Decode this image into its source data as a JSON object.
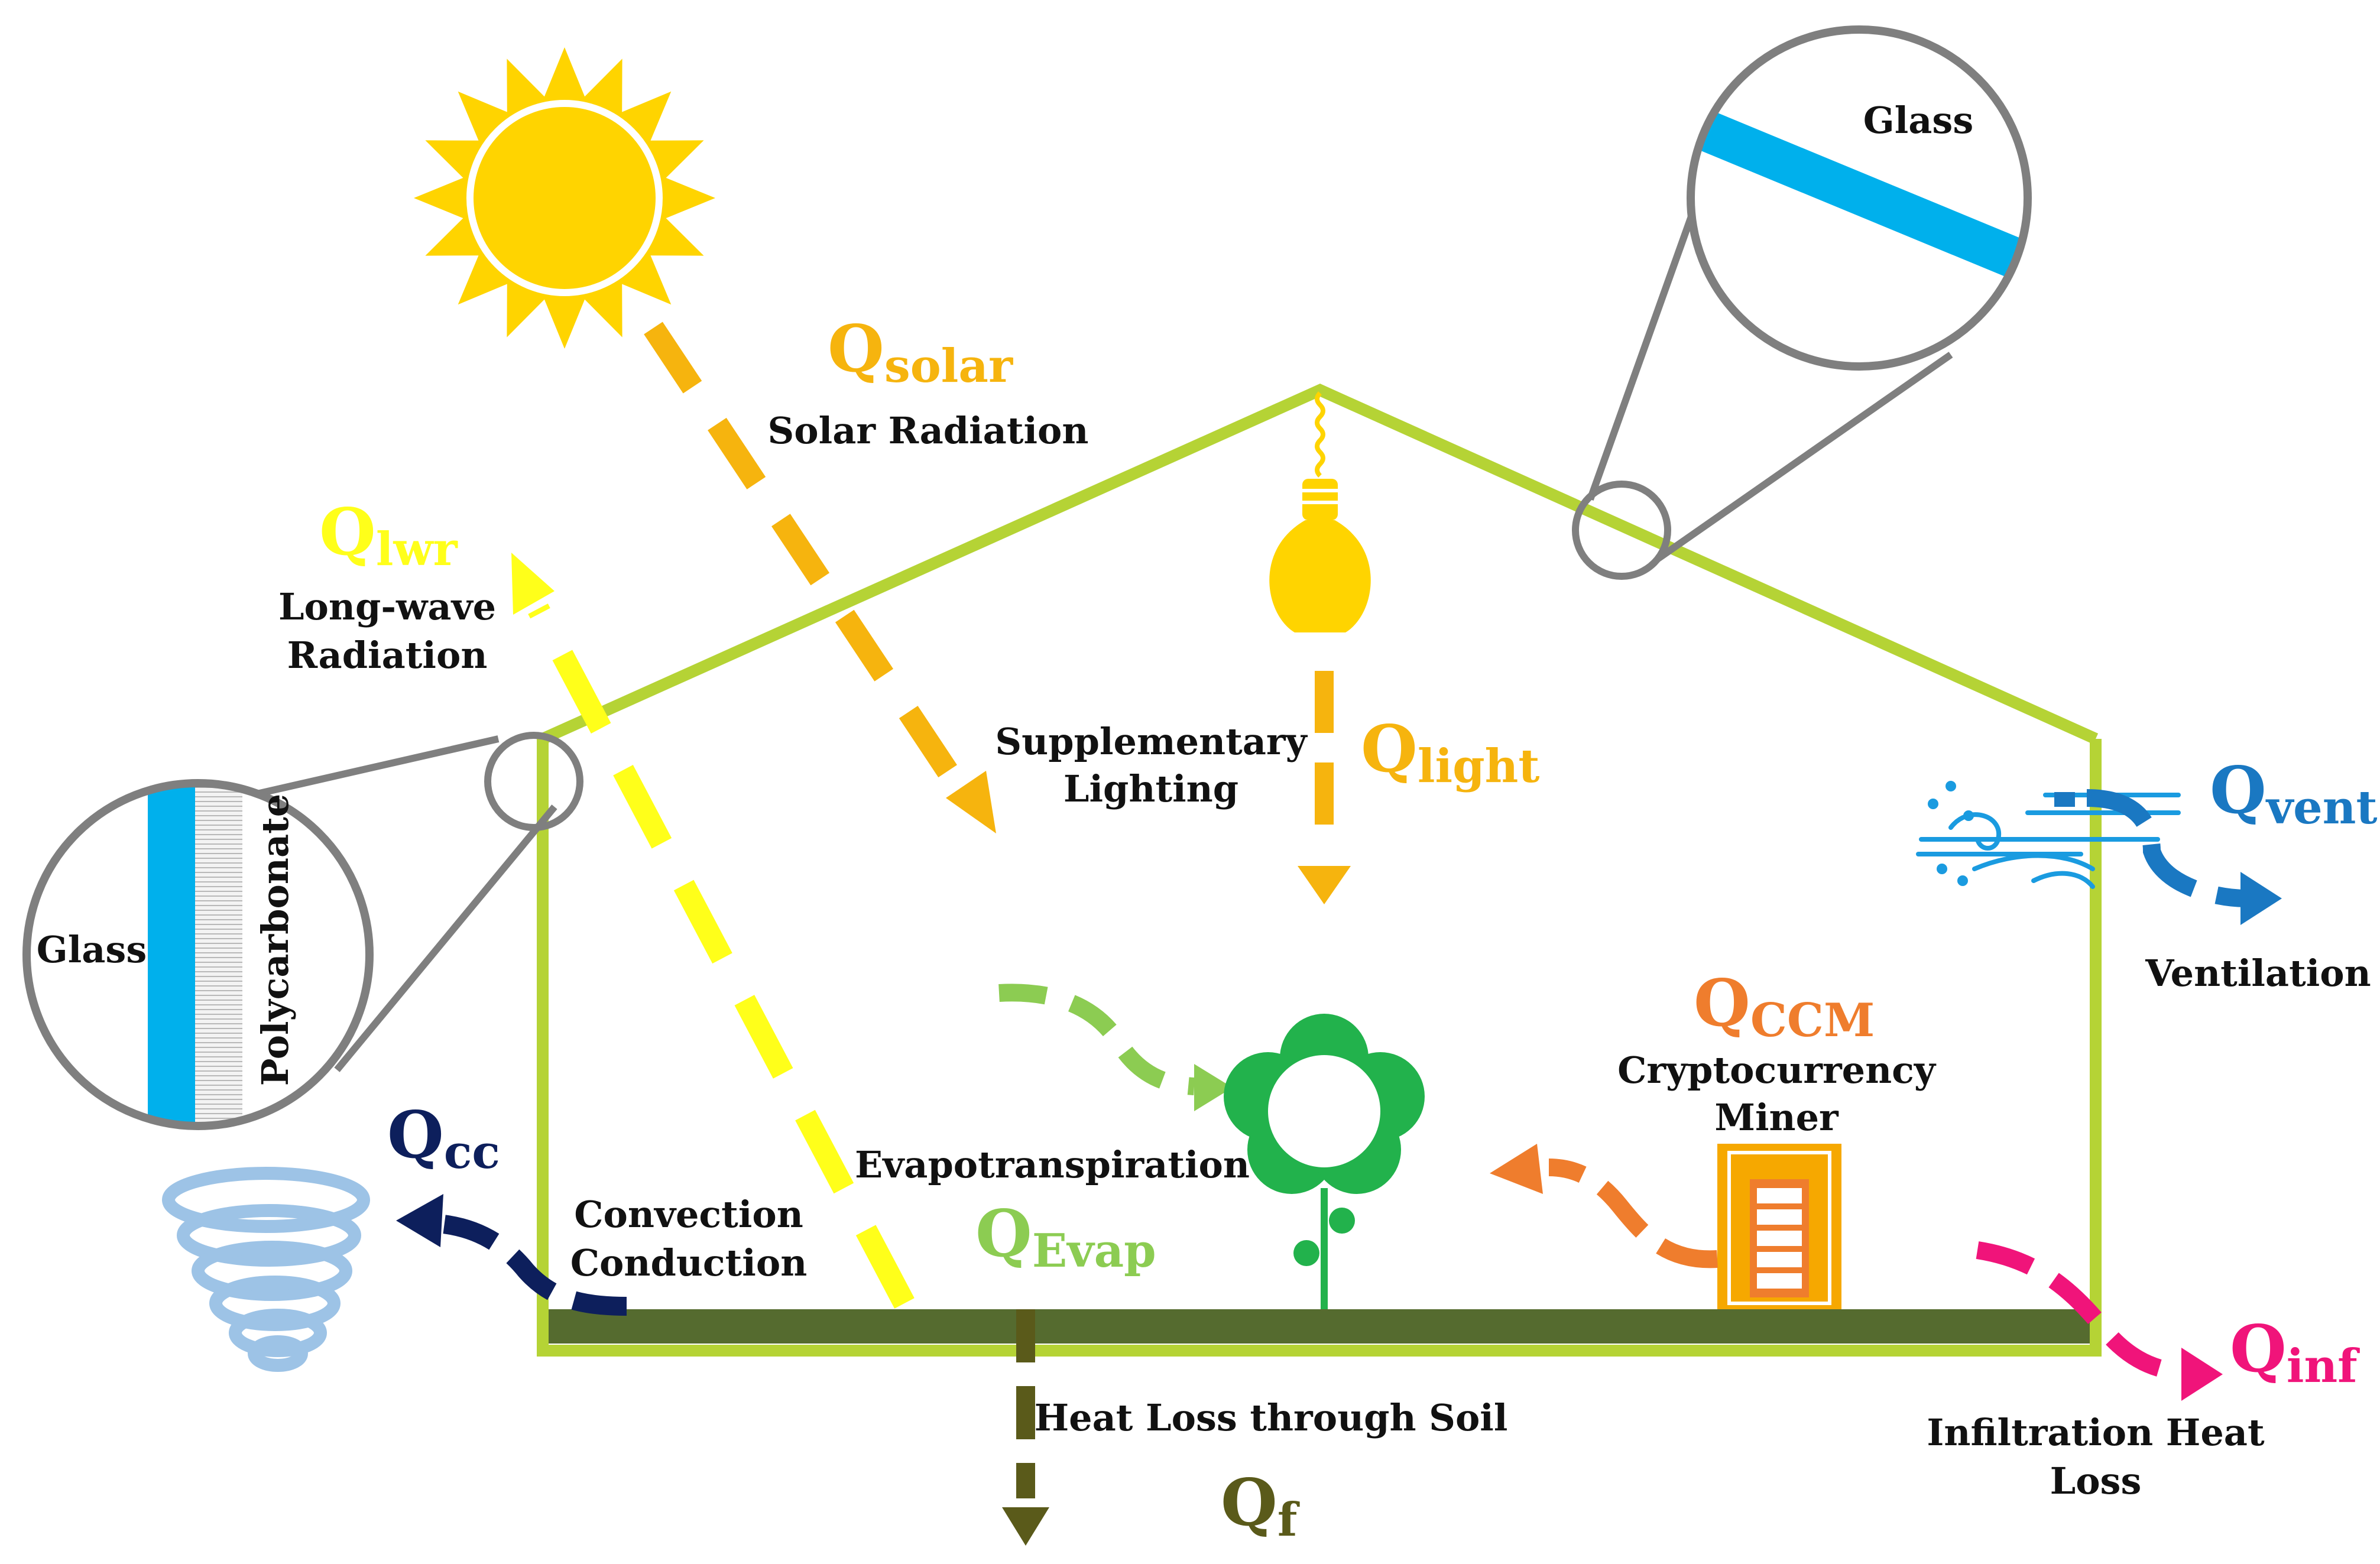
{
  "colors": {
    "frame": "#b5d335",
    "soil": "#556b2f",
    "sun": "#ffd400",
    "solar": "#f6b40e",
    "lwr": "#ffff1a",
    "light": "#f6b40e",
    "vent": "#1a78c2",
    "ccm": "#ef7d2d",
    "evap": "#8ccc52",
    "cc": "#0d1f5c",
    "inf": "#f0147a",
    "soilheat": "#5a5a1a",
    "glass": "#00b0ec",
    "magnifier": "#7f7f7f",
    "plant": "#22b24c",
    "tornado": "#9dc3e6"
  },
  "icons": [
    "sun-icon",
    "light-bulb-icon",
    "wind-icon",
    "plant-icon",
    "tornado-icon",
    "miner-icon",
    "magnifier-icon"
  ],
  "labels": {
    "solar_radiation": "Solar Radiation",
    "longwave_1": "Long-wave",
    "longwave_2": "Radiation",
    "supplementary_1": "Supplementary",
    "supplementary_2": "Lighting",
    "ventilation": "Ventilation",
    "crypto_1": "Cryptocurrency",
    "crypto_2": "Miner",
    "evapotranspiration": "Evapotranspiration",
    "convection": "Convection",
    "conduction": "Conduction",
    "heat_loss_soil": "Heat Loss through Soil",
    "infiltration_1": "Infiltration Heat",
    "infiltration_2": "Loss",
    "glass_top": "Glass",
    "glass_left": "Glass",
    "polycarbonate": "Polycarbonate"
  },
  "symbols": {
    "solar": {
      "q": "Q",
      "sub": "solar"
    },
    "lwr": {
      "q": "Q",
      "sub": "lwr"
    },
    "light": {
      "q": "Q",
      "sub": "light"
    },
    "vent": {
      "q": "Q",
      "sub": "vent"
    },
    "ccm": {
      "q": "Q",
      "sub": "CCM"
    },
    "evap": {
      "q": "Q",
      "sub": "Evap"
    },
    "cc": {
      "q": "Q",
      "sub": "cc"
    },
    "inf": {
      "q": "Q",
      "sub": "inf"
    },
    "f": {
      "q": "Q",
      "sub": "f"
    }
  }
}
